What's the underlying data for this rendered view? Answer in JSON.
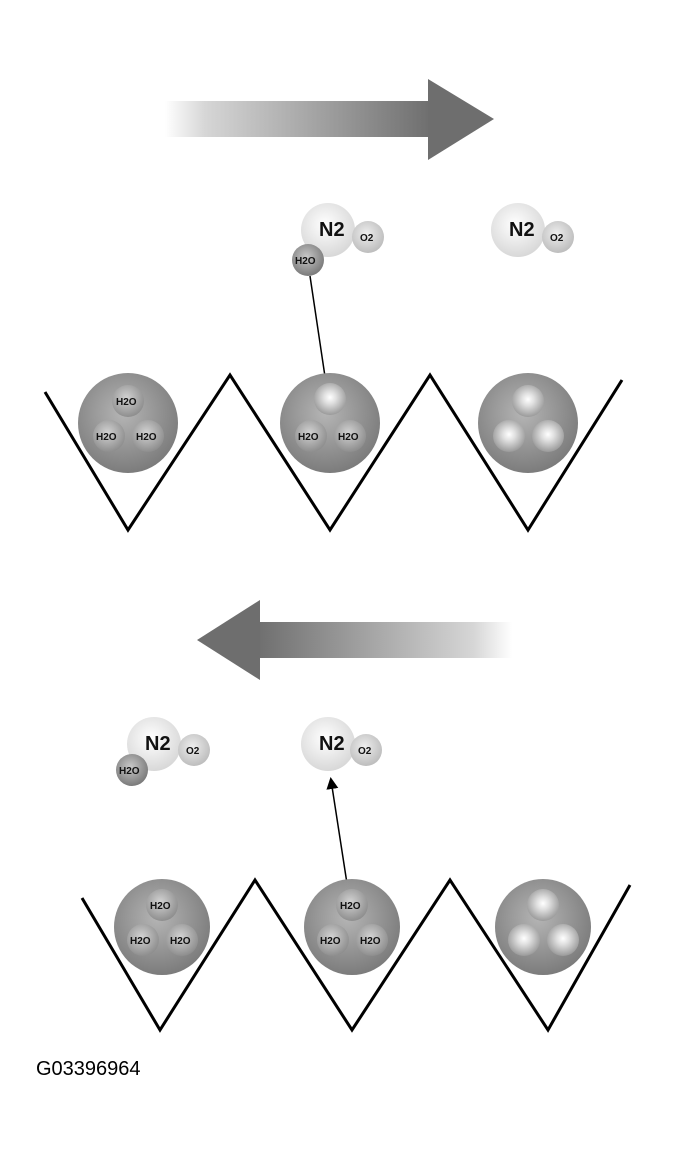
{
  "labels": {
    "n2": "N2",
    "o2": "O2",
    "h2o": "H2O"
  },
  "figure_code": "G03396964"
}
